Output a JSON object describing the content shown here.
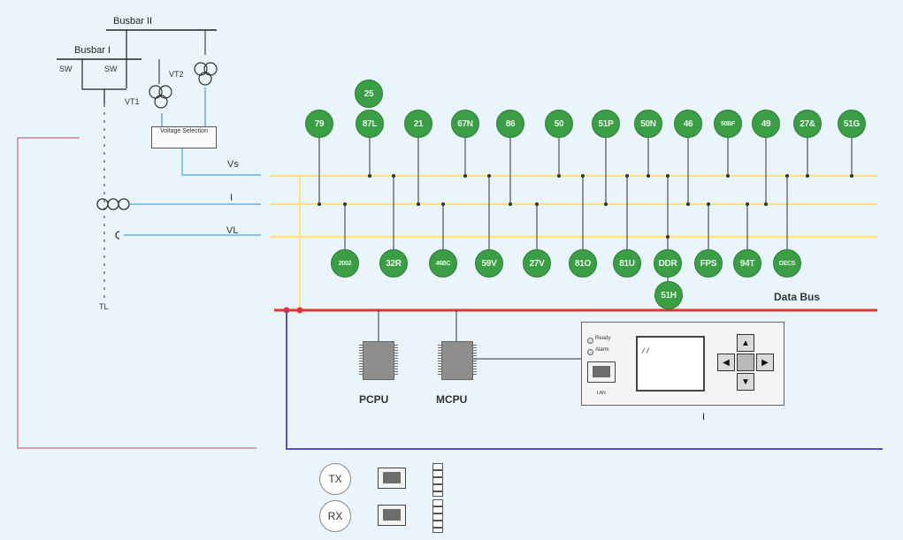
{
  "busbars": {
    "busbar_1": "Busbar I",
    "busbar_2": "Busbar II"
  },
  "switchgear": {
    "sw_left": "SW",
    "sw_right": "SW",
    "vt1": "VT1",
    "vt2": "VT2",
    "voltage_selection": "Voltage Selection",
    "tl": "TL"
  },
  "bus_labels": {
    "vs": "Vs",
    "i": "I",
    "vl": "VL"
  },
  "functions_top": [
    "79",
    "87L",
    "21",
    "67N",
    "86",
    "50",
    "51P",
    "50N",
    "46",
    "50BF",
    "49",
    "27&",
    "51G"
  ],
  "function_extra": "25",
  "functions_bottom": [
    "2002",
    "32R",
    "46BC",
    "59V",
    "27V",
    "81O",
    "81U",
    "DDR",
    "FPS",
    "94T",
    "DECS"
  ],
  "function_below_bus": "51H",
  "data_bus": "Data Bus",
  "cpus": {
    "pcpu": "PCPU",
    "mcpu": "MCPU"
  },
  "hmi": {
    "led_1": "Ready",
    "led_2": "Alarm",
    "port_label": "LAN",
    "screen_text": "/ /",
    "caption": "I"
  },
  "comm": {
    "tx": "TX",
    "rx": "RX"
  },
  "colors": {
    "aux_bus": "#ffe27a",
    "data_bus": "#e8322f",
    "ct_lines": "#4aa8e0",
    "blue_loop": "#5a4fc0",
    "red_loop": "#c88890",
    "func_green": "#3a9e45"
  }
}
